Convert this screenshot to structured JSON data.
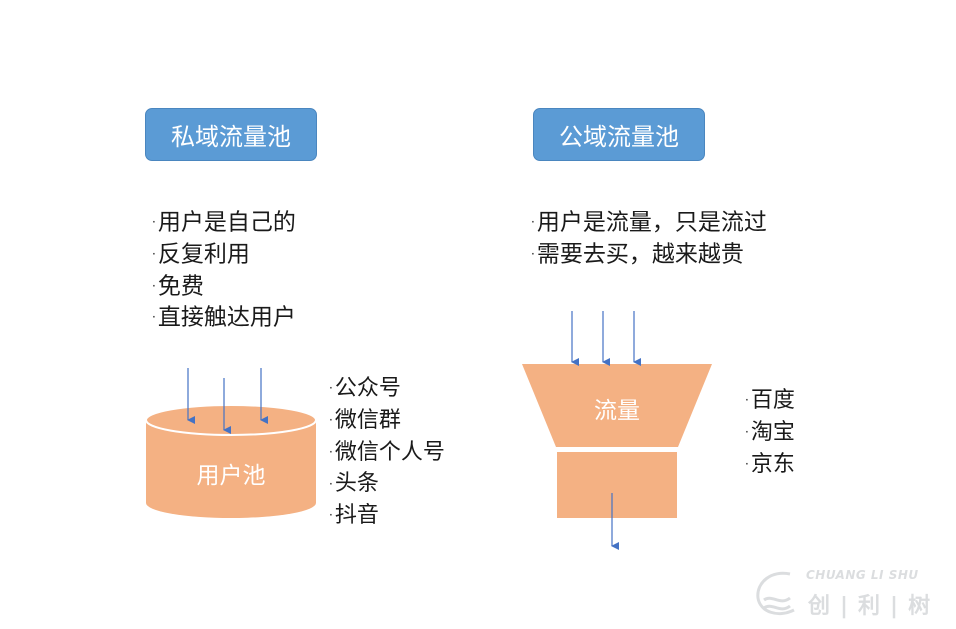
{
  "colors": {
    "header_fill": "#5b9bd5",
    "shape_fill": "#f4b183",
    "arrow": "#4472c4",
    "text": "#1a1a1a"
  },
  "private": {
    "title": "私域流量池",
    "items": [
      "用户是自己的",
      "反复利用",
      "免费",
      "直接触达用户"
    ],
    "pool_label": "用户池",
    "channels": [
      "公众号",
      "微信群",
      "微信个人号",
      "头条",
      "抖音"
    ]
  },
  "public": {
    "title": "公域流量池",
    "items": [
      "用户是流量，只是流过",
      "需要去买，越来越贵"
    ],
    "funnel_label": "流量",
    "channels": [
      "百度",
      "淘宝",
      "京东"
    ]
  },
  "watermark": {
    "line1": "CHUANG LI SHU",
    "line2": "创|利|树"
  }
}
